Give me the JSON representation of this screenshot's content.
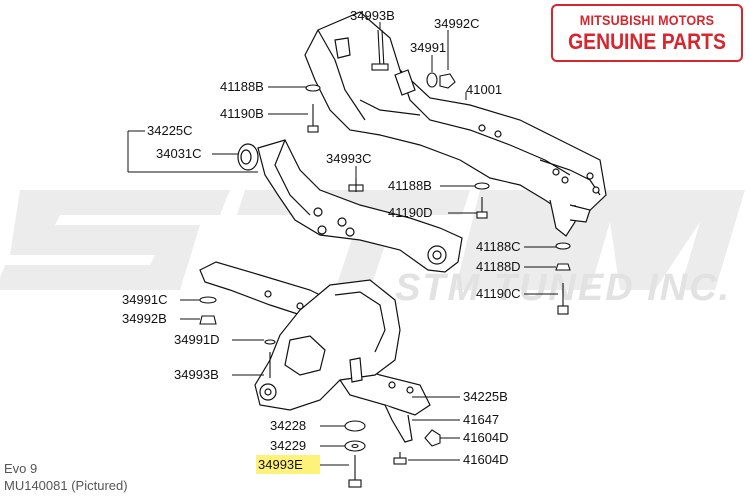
{
  "badge": {
    "line1": "MITSUBISHI MOTORS",
    "line2": "GENUINE PARTS",
    "color": "#d7262e"
  },
  "watermark": {
    "text": "STM TUNED INC.",
    "color": "#e3e3e3"
  },
  "caption": {
    "model": "Evo 9",
    "part": "MU140081  (Pictured)"
  },
  "highlight_color": "#fff27a",
  "labels": [
    {
      "text": "34993B",
      "highlight": false
    },
    {
      "text": "34992C",
      "highlight": false
    },
    {
      "text": "34991",
      "highlight": false
    },
    {
      "text": "41188B",
      "highlight": false
    },
    {
      "text": "41190B",
      "highlight": false
    },
    {
      "text": "41001",
      "highlight": false
    },
    {
      "text": "34225C",
      "highlight": false
    },
    {
      "text": "34031C",
      "highlight": false
    },
    {
      "text": "34993C",
      "highlight": false
    },
    {
      "text": "41188B",
      "highlight": false
    },
    {
      "text": "41190D",
      "highlight": false
    },
    {
      "text": "41188C",
      "highlight": false
    },
    {
      "text": "41188D",
      "highlight": false
    },
    {
      "text": "41190C",
      "highlight": false
    },
    {
      "text": "34991C",
      "highlight": false
    },
    {
      "text": "34992B",
      "highlight": false
    },
    {
      "text": "34991D",
      "highlight": false
    },
    {
      "text": "34993B",
      "highlight": false
    },
    {
      "text": "34225B",
      "highlight": false
    },
    {
      "text": "34228",
      "highlight": false
    },
    {
      "text": "41647",
      "highlight": false
    },
    {
      "text": "34229",
      "highlight": false
    },
    {
      "text": "41604D",
      "highlight": false
    },
    {
      "text": "34993E",
      "highlight": true
    },
    {
      "text": "41604D",
      "highlight": false
    }
  ]
}
